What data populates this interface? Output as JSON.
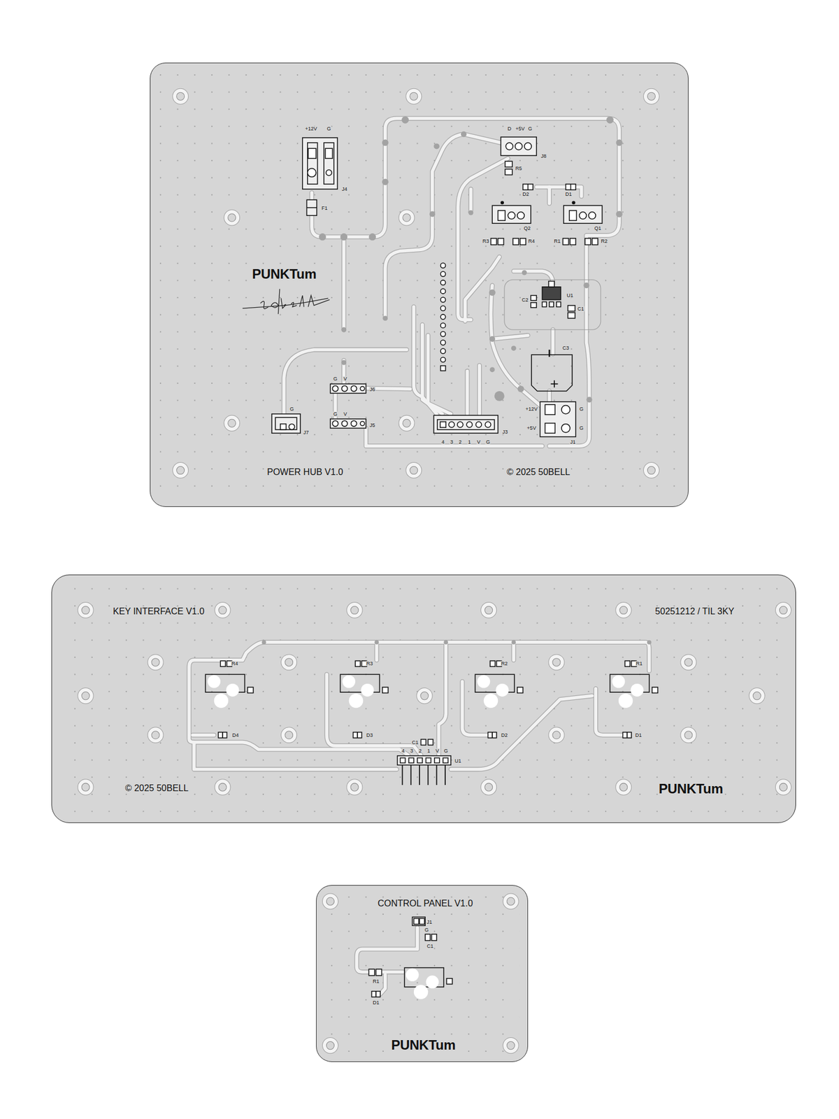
{
  "diagram": {
    "nodes": [
      {
        "text": [
          "PUNKTum",
          "POWER HUB V1.0",
          "© 2025 50BELL"
        ]
      },
      {
        "text": [
          "KEY INTERFACE V1.0",
          "50251212 / TIL 3KY",
          "© 2025 50BELL",
          "PUNKTum"
        ]
      },
      {
        "text": [
          "CONTROL PANEL V1.0",
          "PUNKTum"
        ]
      }
    ],
    "labels": [
      "+12V",
      "G",
      "J4",
      "F1",
      "D",
      "+5V",
      "G",
      "J8",
      "R5",
      "D2",
      "D1",
      "Q2",
      "Q1",
      "R3",
      "R4",
      "R1",
      "R2",
      "C2",
      "U1",
      "C1",
      "C3",
      "+12V",
      "G",
      "+5V",
      "G",
      "J1",
      "G",
      "V",
      "J6",
      "G",
      "V",
      "J5",
      "G",
      "J7",
      "4",
      "3",
      "2",
      "1",
      "V",
      "G",
      "J3",
      "R4",
      "R3",
      "R2",
      "R1",
      "D4",
      "D3",
      "D2",
      "D1",
      "C1",
      "4",
      "3",
      "2",
      "1",
      "V",
      "G",
      "U1",
      "J1",
      "G",
      "C1",
      "R1",
      "D1"
    ]
  }
}
